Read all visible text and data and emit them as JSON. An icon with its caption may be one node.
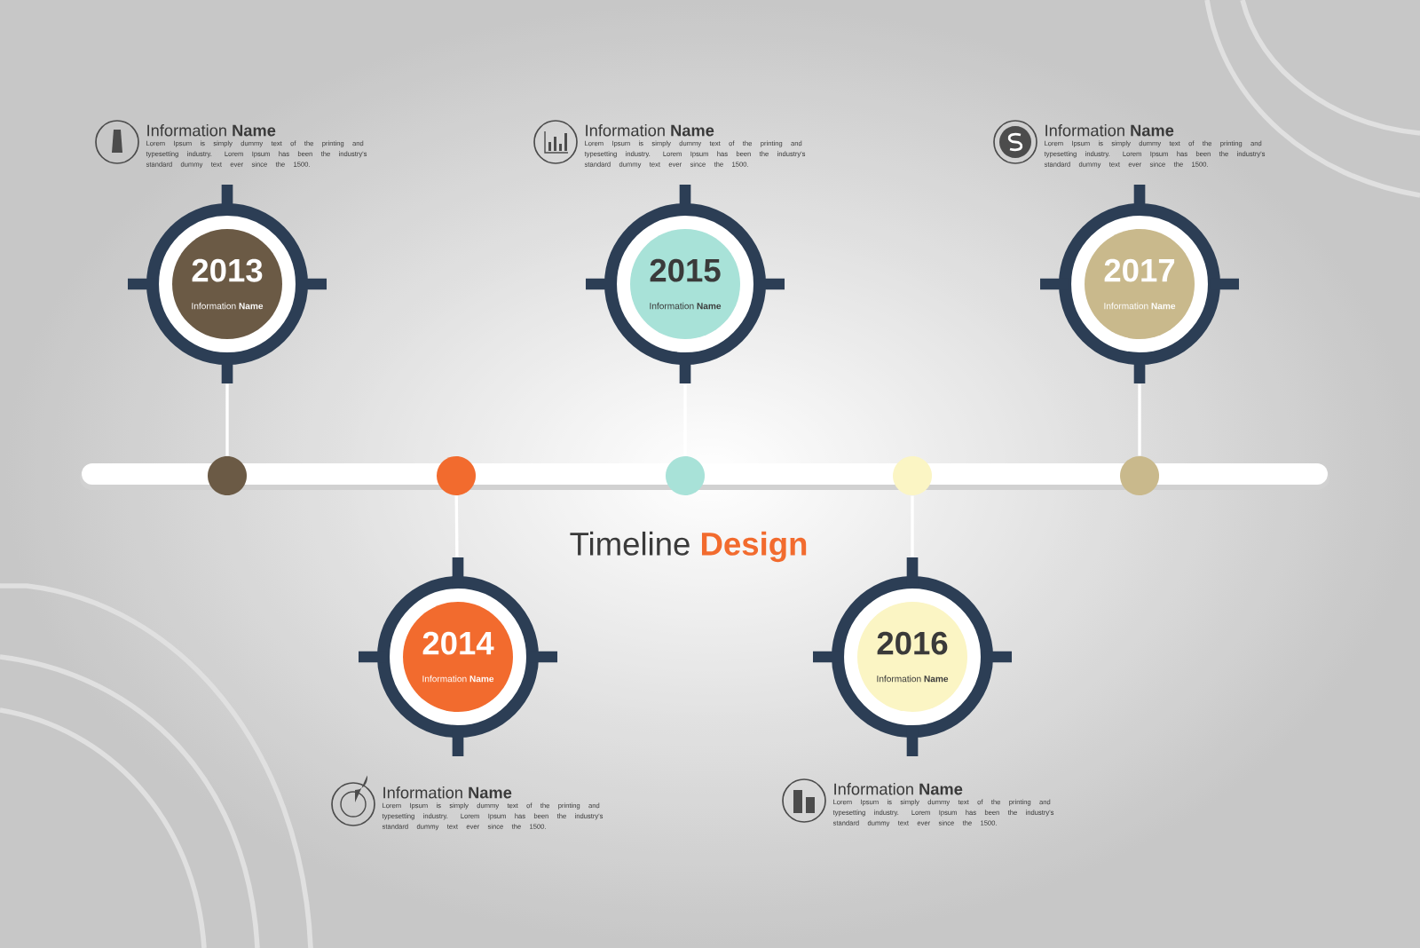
{
  "diagram": {
    "title": "Timeline **Design**",
    "nodes": [
      {
        "text": [
          "2013",
          "Information **Name**"
        ],
        "beside": [
          "Information **Name**",
          "Lorem Ipsum is simply dummy text of the printing and typesetting industry. Lorem Ipsum has been the industry's standard dummy text ever since the 1500."
        ]
      },
      {
        "text": [
          "2014",
          "Information **Name**"
        ],
        "beside": [
          "Information **Name**",
          "Lorem Ipsum is simply dummy text of the printing and typesetting industry. Lorem Ipsum has been the industry's standard dummy text ever since the 1500."
        ]
      },
      {
        "text": [
          "2015",
          "Information **Name**"
        ],
        "beside": [
          "Information **Name**",
          "Lorem Ipsum is simply dummy text of the printing and typesetting industry. Lorem Ipsum has been the industry's standard dummy text ever since the 1500."
        ]
      },
      {
        "text": [
          "2016",
          "Information **Name**"
        ],
        "beside": [
          "Information **Name**",
          "Lorem Ipsum is simply dummy text of the printing and typesetting industry. Lorem Ipsum has been the industry's standard dummy text ever since the 1500."
        ]
      },
      {
        "text": [
          "2017",
          "Information **Name**"
        ],
        "beside": [
          "Information **Name**",
          "Lorem Ipsum is simply dummy text of the printing and typesetting industry. Lorem Ipsum has been the industry's standard dummy text ever since the 1500."
        ]
      },
      {
        "text": [],
        "shape": "circle"
      },
      {
        "text": [],
        "shape": "circle"
      },
      {
        "text": [],
        "shape": "circle"
      },
      {
        "text": [],
        "shape": "circle"
      },
      {
        "text": [],
        "shape": "circle"
      }
    ],
    "edges": [
      {
        "from": 0,
        "to": 5,
        "arrow": "none"
      },
      {
        "from": 1,
        "to": 6,
        "arrow": "none"
      },
      {
        "from": 2,
        "to": 7,
        "arrow": "none"
      },
      {
        "from": 3,
        "to": 8,
        "arrow": "none"
      },
      {
        "from": 4,
        "to": 9,
        "arrow": "none"
      }
    ]
  }
}
